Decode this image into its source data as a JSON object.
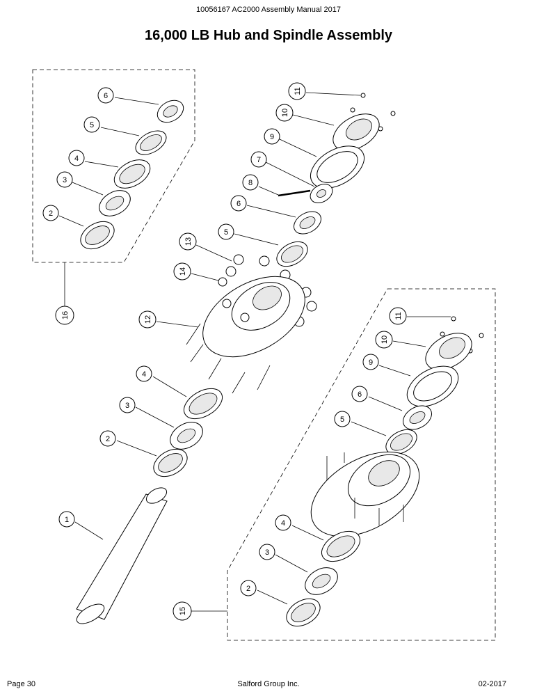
{
  "header": {
    "doc_ref": "10056167 AC2000 Assembly Manual 2017"
  },
  "page_title": "16,000 LB Hub and Spindle Assembly",
  "footer": {
    "page": "Page 30",
    "company": "Salford Group Inc.",
    "date": "02-2017"
  },
  "callouts": {
    "c16_6": "6",
    "c16_5": "5",
    "c16_4": "4",
    "c16_3": "3",
    "c16_2": "2",
    "c16": "16",
    "m11": "11",
    "m10": "10",
    "m9": "9",
    "m7": "7",
    "m8": "8",
    "m6": "6",
    "m5": "5",
    "m13": "13",
    "m14": "14",
    "m12": "12",
    "m4": "4",
    "m3": "3",
    "m2": "2",
    "m1": "1",
    "r11": "11",
    "r10": "10",
    "r9": "9",
    "r6": "6",
    "r5": "5",
    "r4": "4",
    "r3": "3",
    "r2": "2",
    "r15": "15"
  }
}
